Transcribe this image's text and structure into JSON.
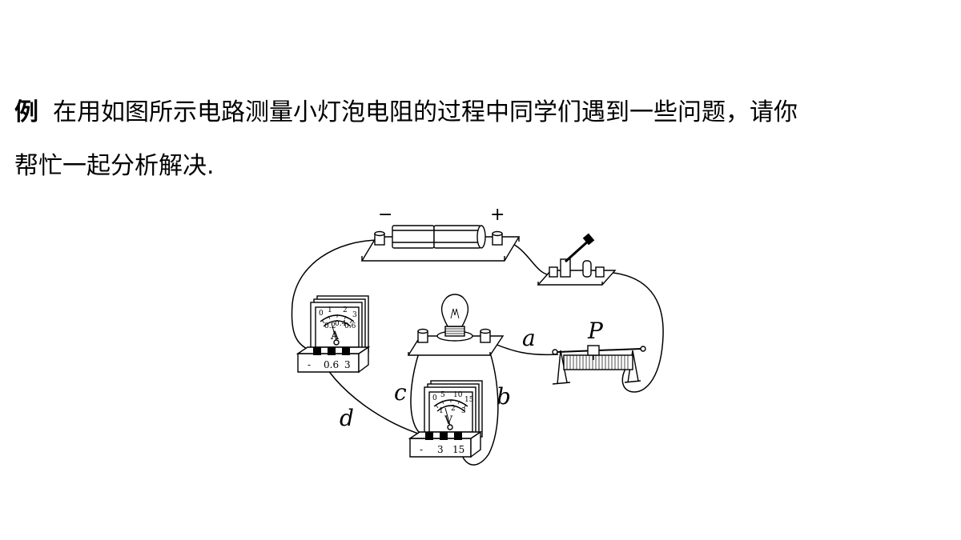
{
  "question": {
    "tag": "例",
    "line1": "在用如图所示电路测量小灯泡电阻的过程中同学们遇到一些问题，请你",
    "line2": "帮忙一起分析解决."
  },
  "circuit": {
    "battery": {
      "minus": "−",
      "plus": "+"
    },
    "ammeter": {
      "symbol": "A",
      "scale_top": [
        "0",
        "1",
        "2",
        "3"
      ],
      "scale_bottom": [
        "0.2",
        "0.4",
        "0.6"
      ],
      "terminals": [
        "-",
        "0.6",
        "3"
      ]
    },
    "voltmeter": {
      "symbol": "V",
      "scale_top": [
        "0",
        "5",
        "10",
        "15"
      ],
      "scale_bottom": [
        "1",
        "2",
        "3"
      ],
      "terminals": [
        "-",
        "3",
        "15"
      ]
    },
    "rheostat_label": "P",
    "wire_labels": {
      "a": "a",
      "b": "b",
      "c": "c",
      "d": "d"
    }
  }
}
